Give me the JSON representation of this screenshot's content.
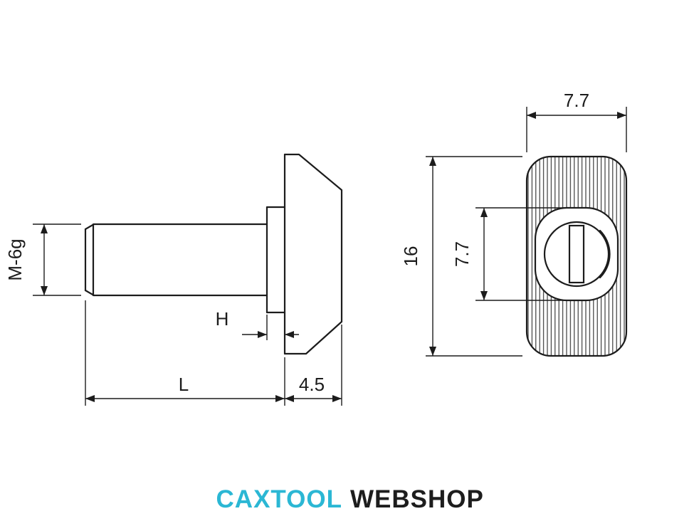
{
  "drawing": {
    "side_view": {
      "thread_label": "M-6g",
      "head_height_label": "H",
      "length_label": "L",
      "head_thickness_label": "4.5"
    },
    "front_view": {
      "width_label": "7.7",
      "height_label": "16",
      "slot_window_label": "7.7"
    }
  },
  "logo": {
    "brand": "CAXTOOL",
    "suffix": "WEBSHOP",
    "brand_color": "#2bb7d4",
    "suffix_color": "#1d1d1d"
  },
  "colors": {
    "line": "#1c1c1c",
    "background": "#ffffff"
  }
}
